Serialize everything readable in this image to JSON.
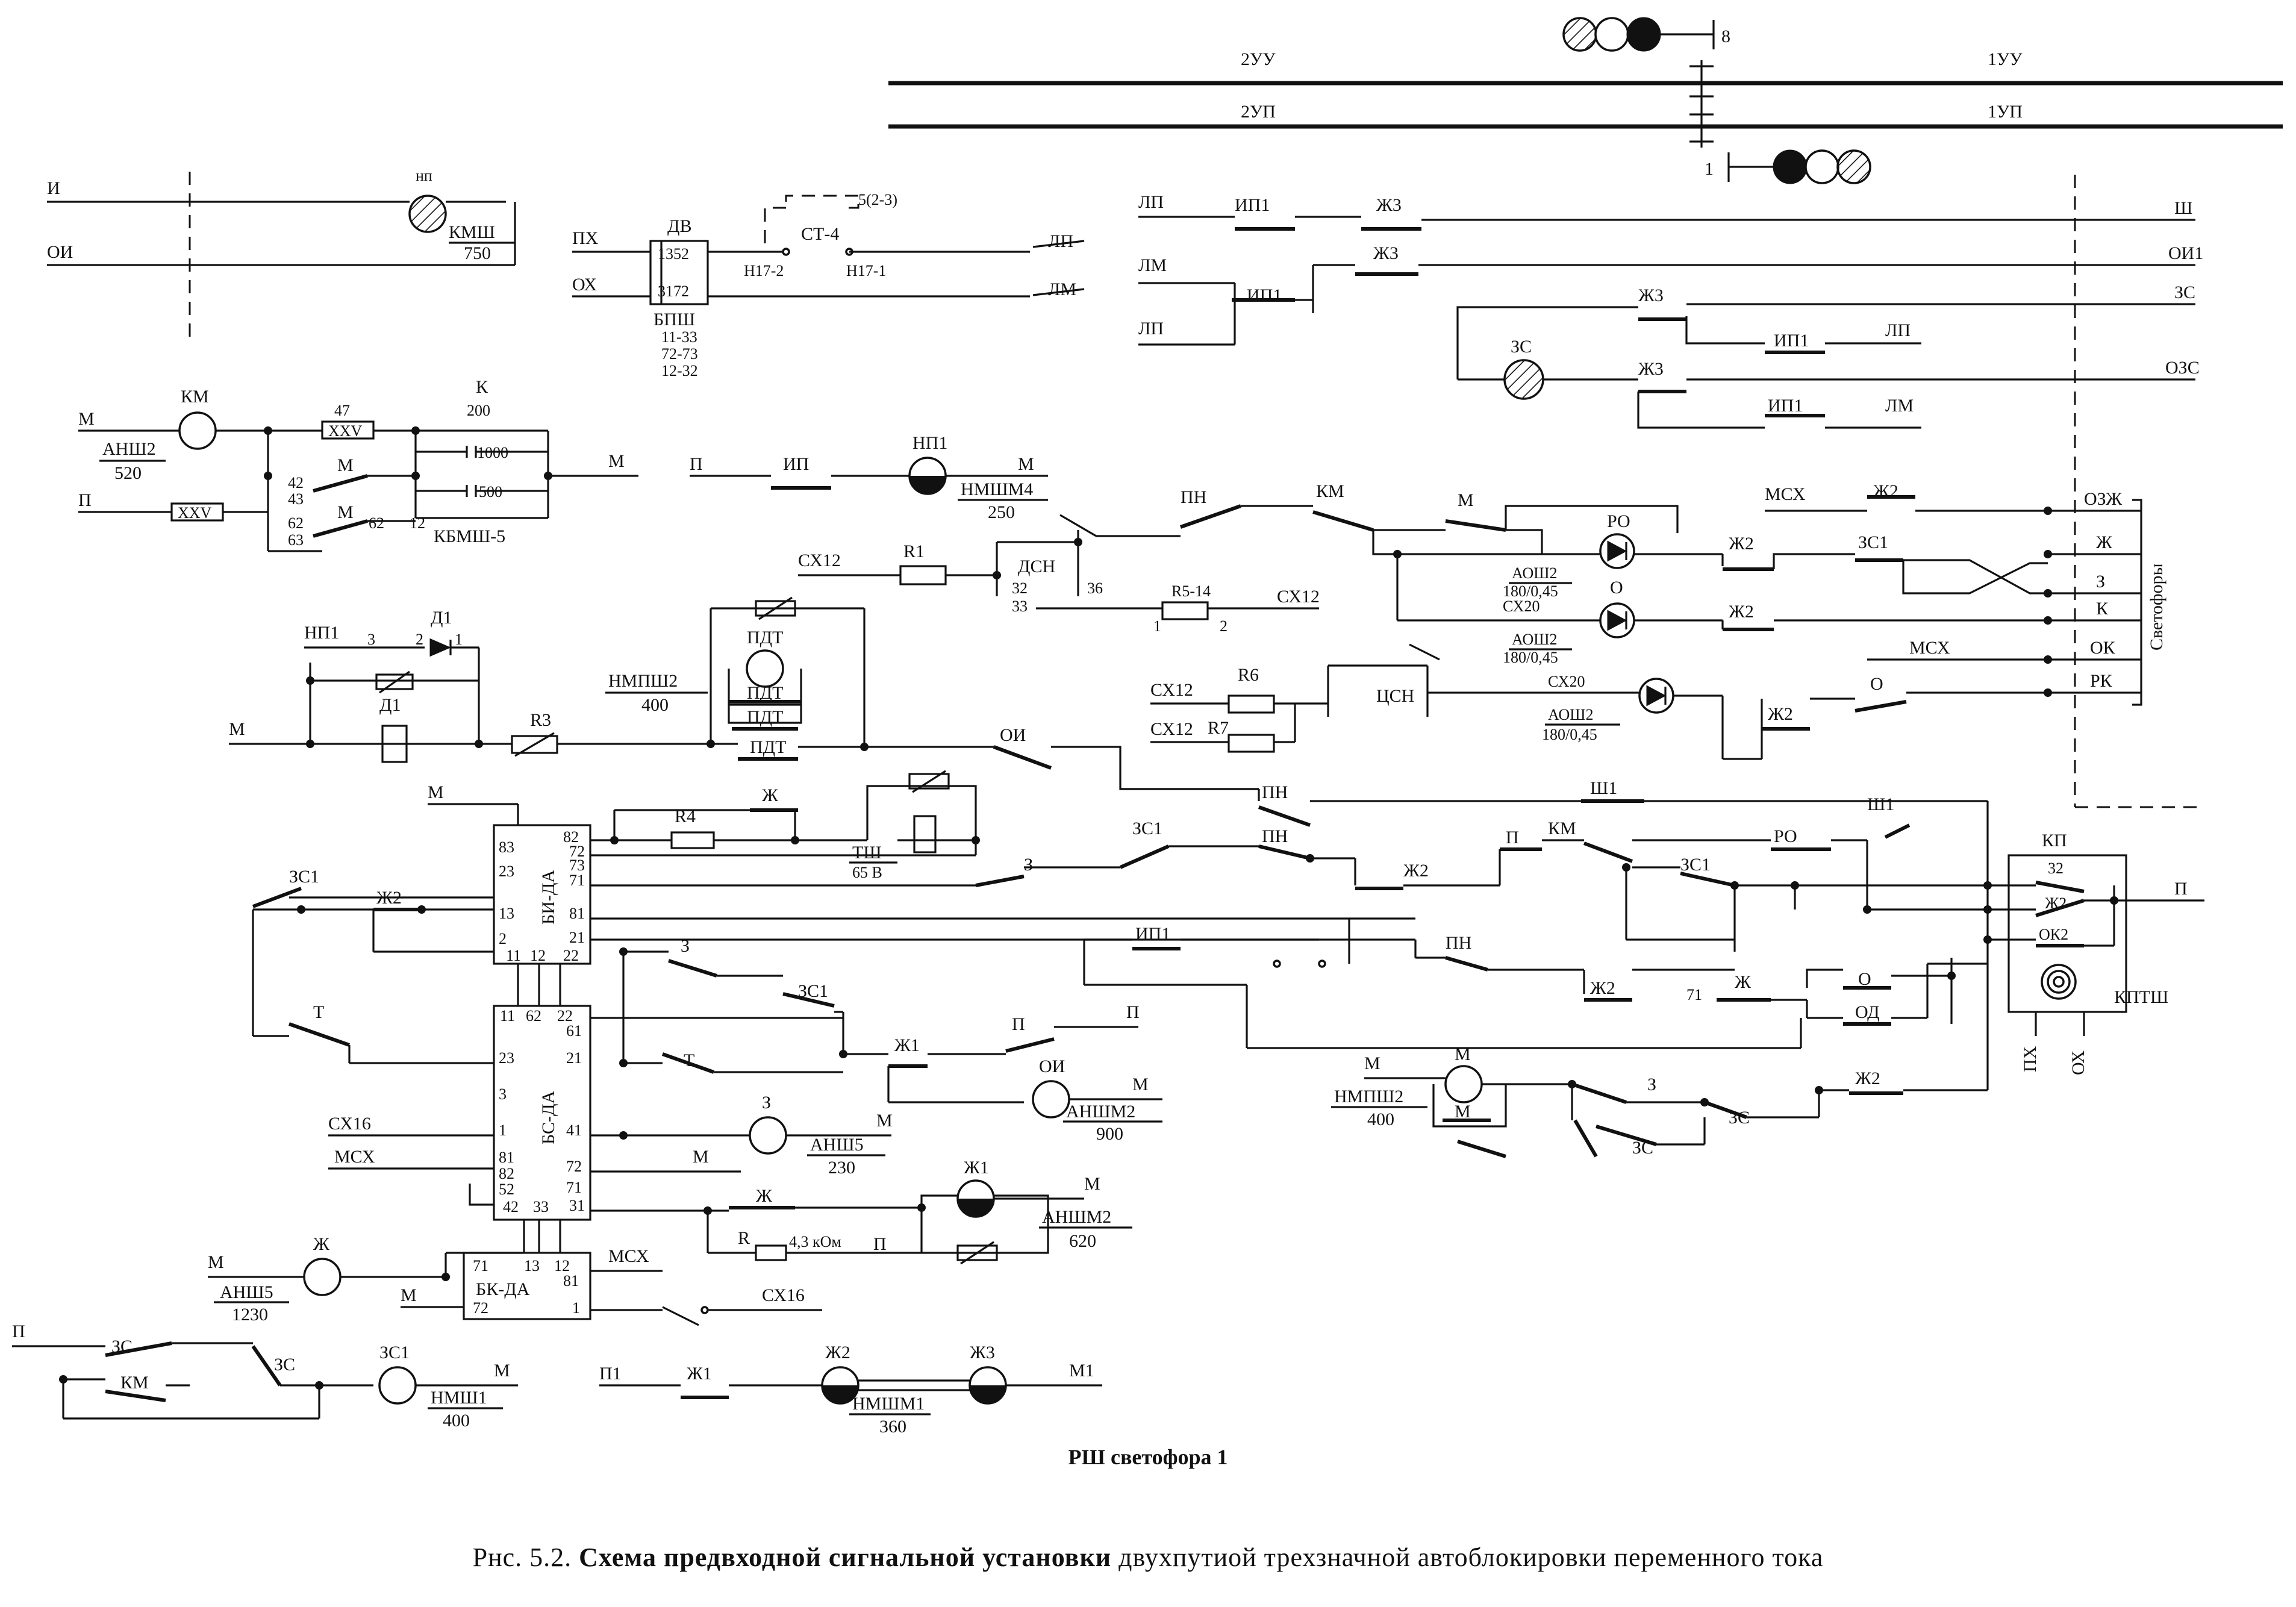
{
  "title": {
    "prefix": "Рнс. 5.2.",
    "bold": "Схема предвходной сигнальной установки",
    "rest": "двухпутиой трехзначной автоблокировки переменного тока"
  },
  "subtitle": "РШ светофора 1",
  "tracks": {
    "top_left": "2УУ",
    "top_right": "1УУ",
    "bottom_left": "2УП",
    "bottom_right": "1УП",
    "signal_top_num": "8",
    "signal_bottom_num": "1"
  },
  "panel_a": {
    "wires": [
      "И",
      "ОИ"
    ],
    "lamp": "нп",
    "device": "КМШ",
    "value": "750"
  },
  "panel_b": {
    "inputs": [
      "ПХ",
      "ОХ"
    ],
    "block": "ДВ",
    "pins": [
      "1352",
      "3172"
    ],
    "block_name": "БПШ",
    "pin_groups": [
      "11-33",
      "72-73",
      "12-32"
    ],
    "cable_box": "СТ-4",
    "cable_pin": "5(2-3)",
    "terminals": [
      "Н17-2",
      "Н17-1"
    ],
    "outputs": [
      "ЛП",
      "ЛМ"
    ]
  },
  "panel_c": {
    "left": [
      "ЛП",
      "ЛМ",
      "ЛП"
    ],
    "contacts": [
      "ИП1",
      "Ж3",
      "Ж3",
      "ИП1",
      "Ж3",
      "ИП1",
      "Ж3",
      "ИП1"
    ],
    "lamp": "ЗС",
    "right_labels": [
      "ЛП",
      "ЛМ"
    ],
    "outputs": [
      "Ш",
      "ОИ1",
      "ЗС",
      "ОЗС"
    ]
  },
  "panel_d": {
    "wires": [
      "М",
      "П",
      "М"
    ],
    "relay": "КМ",
    "relay_type": "АНШ2",
    "relay_value": "520",
    "resistors": [
      "XXV",
      "XXV"
    ],
    "resistor_label": "47",
    "caps": [
      "К",
      "200",
      "1000",
      "500"
    ],
    "contacts": [
      "М",
      "М"
    ],
    "pins": [
      "42",
      "43",
      "62",
      "63",
      "62",
      "12"
    ],
    "unit": "КБМШ-5"
  },
  "panel_e": {
    "wire": "П",
    "contact": "ИП",
    "relay": "НП1",
    "relay_type": "НМШМ4",
    "relay_value": "250",
    "out": "М"
  },
  "lamp_section": {
    "in1": "СХ12",
    "r1": "R1",
    "relay1": "ДСН",
    "pins1": [
      "32",
      "33",
      "36"
    ],
    "r2": "R5-14",
    "r2_pins": [
      "1",
      "2"
    ],
    "sx12b": "СХ12",
    "contacts": [
      "ПН",
      "КМ",
      "М"
    ],
    "diodes": [
      "РО",
      "О"
    ],
    "diode_units": [
      "АОШ2",
      "180/0,45",
      "СХ20",
      "АОШ2",
      "180/0,45",
      "СХ20",
      "АОШ2",
      "180/0,45"
    ],
    "zh2": [
      "Ж2",
      "Ж2",
      "Ж2",
      "Ж2"
    ],
    "zs1": "ЗС1",
    "o": "О",
    "msx": [
      "МСХ",
      "МСХ"
    ],
    "r6": "R6",
    "r7": "R7",
    "sx12_rows": [
      "СХ12",
      "СХ12"
    ],
    "relay2": "ЦСН",
    "outputs": [
      "ОЗЖ",
      "Ж",
      "З",
      "К",
      "ОК",
      "РК"
    ],
    "signals_caption": "Светофоры"
  },
  "pdt_section": {
    "np": "НП1",
    "diode": "Д1",
    "pins": [
      "3",
      "2",
      "1"
    ],
    "d1": "Д1",
    "wire_m": "М",
    "r3": "R3",
    "relay": "ПДТ",
    "relay_type": "НМПШ2",
    "relay_value": "400",
    "contacts": [
      "ПДТ",
      "ПДТ",
      "ПДТ"
    ],
    "oi": "ОИ"
  },
  "main_section": {
    "m_top": "М",
    "block1": "БИ-ДА",
    "b1_left": [
      "83",
      "23",
      "13",
      "2"
    ],
    "b1_right": [
      "82",
      "72",
      "73",
      "71",
      "81",
      "21",
      "22"
    ],
    "b1_bottom": [
      "11",
      "12",
      "22"
    ],
    "r4": "R4",
    "zh": "Ж",
    "tsh": "ТШ",
    "tsh_value": "65 В",
    "contacts_left": [
      "ЗС1",
      "Ж2",
      "Т"
    ],
    "z": "З",
    "zs1": "ЗС1",
    "pn": "ПН",
    "pn2": "ПН",
    "block2": "БС-ДА",
    "b2_top": [
      "11",
      "62",
      "22"
    ],
    "b2_left": [
      "23",
      "3",
      "1",
      "81",
      "82",
      "52",
      "42"
    ],
    "b2_right": [
      "61",
      "21",
      "41",
      "72",
      "71",
      "31",
      "33"
    ],
    "sx16": "СХ16",
    "msx": "МСХ",
    "mid_contacts": [
      "З",
      "ЗС1",
      "Т",
      "Ж1",
      "П",
      "П"
    ],
    "relays": [
      {
        "name": "З",
        "type": "АНШ5",
        "value": "230",
        "out": "М"
      },
      {
        "name": "ОИ",
        "type": "АНШМ2",
        "value": "900",
        "out": "М"
      }
    ],
    "m_label": "М",
    "zh_label": "Ж",
    "r_label": "R",
    "r_value": "4,3 кОм",
    "zh1": {
      "name": "Ж1",
      "type": "АНШМ2",
      "value": "620",
      "out": "М",
      "p": "П"
    },
    "zh_relay": {
      "name": "Ж",
      "type": "АНШ5",
      "value": "1230",
      "in": "М"
    },
    "block3": "БК-ДА",
    "b3_pins": [
      "71",
      "13",
      "12",
      "81",
      "72",
      "1"
    ],
    "b3_msx": "МСХ",
    "b3_sx16": "СХ16",
    "b3_m": "М"
  },
  "bottom_section": {
    "p": "П",
    "contacts": [
      "ЗС",
      "КМ",
      "ЗС"
    ],
    "zs1": {
      "name": "ЗС1",
      "type": "НМШ1",
      "value": "400",
      "out": "М"
    },
    "p1": "П1",
    "zh1c": "Ж1",
    "zh2": "Ж2",
    "zh3": "Ж3",
    "unit": "НМШМ1",
    "unit_value": "360",
    "m1": "М1"
  },
  "right_section": {
    "contacts": [
      "ПН",
      "ИП1",
      "П",
      "КМ",
      "ЗС1",
      "РО",
      "Ш1",
      "Ж2",
      "ПН",
      "ИП1",
      "Ж2",
      "Ж",
      "О",
      "ОД",
      "71"
    ],
    "kp": "КП",
    "kp_pins": [
      "32",
      "Ж2",
      "ОК2"
    ],
    "kptsh": "КПТШ",
    "vert": [
      "ПХ",
      "ОХ"
    ],
    "p_out": "П",
    "m_relay": {
      "name": "М",
      "type": "НМПШ2",
      "value": "400",
      "in": "М",
      "contact": "М"
    },
    "zs_contacts": [
      "З",
      "ЗС",
      "ЗС",
      "Ж2"
    ]
  }
}
